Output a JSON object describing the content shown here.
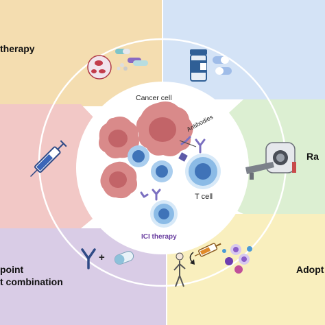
{
  "quadrants": {
    "top_left": {
      "label": "therapy",
      "color": "#f4ddb0"
    },
    "top_right": {
      "color": "#d4e3f6"
    },
    "left": {
      "color": "#f2c8c6"
    },
    "right": {
      "label": "Ra",
      "color": "#dcefd2"
    },
    "bottom_left": {
      "label_line1": "point",
      "label_line2": "t combination",
      "color": "#d9cce6"
    },
    "bottom_right": {
      "label": "Adopt",
      "color": "#f9efbe"
    }
  },
  "center": {
    "cancer_label": "Cancer cell",
    "antibodies_label": "Antibodies",
    "tcell_label": "T cell",
    "ici_label": "ICI therapy"
  },
  "combo_plus": "+",
  "colors": {
    "cancer_cell": "#d98a8a",
    "cancer_nucleus": "#c26468",
    "t_cell": "#7fb3e0",
    "t_cell_nucleus": "#3f73b8",
    "antibody": "#7a6fc0",
    "ici_text": "#6a3fa0"
  },
  "icons": [
    "cell-pills-icon",
    "pill-bottle-icon",
    "syringe-icon",
    "mri-scanner-icon",
    "antibody-icon",
    "capsule-icon",
    "person-injection-icon",
    "immune-cells-icon"
  ]
}
